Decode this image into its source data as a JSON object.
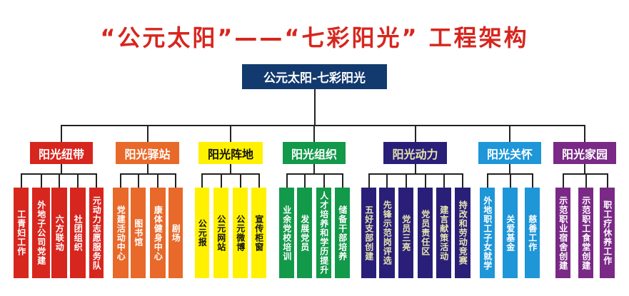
{
  "title": "“公元太阳”——“七彩阳光” 工程架构",
  "root": "公元太阳-七彩阳光",
  "categories": [
    {
      "label": "阳光纽带",
      "color": "#d7261e",
      "text_color": "#ffffff",
      "items": [
        "工青妇工作",
        "外地子公司党建",
        "六方联动",
        "社团组织",
        "元动力志愿服务队"
      ]
    },
    {
      "label": "阳光驿站",
      "color": "#e8692a",
      "text_color": "#ffffff",
      "items": [
        "党建活动中心",
        "图书馆",
        "康体健身中心",
        "剧场"
      ]
    },
    {
      "label": "阳光阵地",
      "color": "#fff100",
      "text_color": "#111111",
      "items": [
        "公元报",
        "公元网站",
        "公元微博",
        "宣传柜窗"
      ]
    },
    {
      "label": "阳光组织",
      "color": "#12994a",
      "text_color": "#ffffff",
      "items": [
        "业余党校培训",
        "发展党员",
        "人才培养和学历提升",
        "储备干部培养"
      ]
    },
    {
      "label": "阳光动力",
      "color": "#2a1f78",
      "text_color": "#e6e4b0",
      "items": [
        "五好支部创建",
        "先锋示范岗评选",
        "党员三亮",
        "党员责任区",
        "建言献策活动",
        "持改和劳动竞赛"
      ]
    },
    {
      "label": "阳光关怀",
      "color": "#1e96d8",
      "text_color": "#ffffff",
      "items": [
        "外地职工子女就学",
        "关爱基金",
        "慈善工作"
      ]
    },
    {
      "label": "阳光家园",
      "color": "#7a2a86",
      "text_color": "#ffffff",
      "items": [
        "示范职业宿舍创建",
        "示范职工食堂创建",
        "职工疗休养工作"
      ]
    }
  ]
}
